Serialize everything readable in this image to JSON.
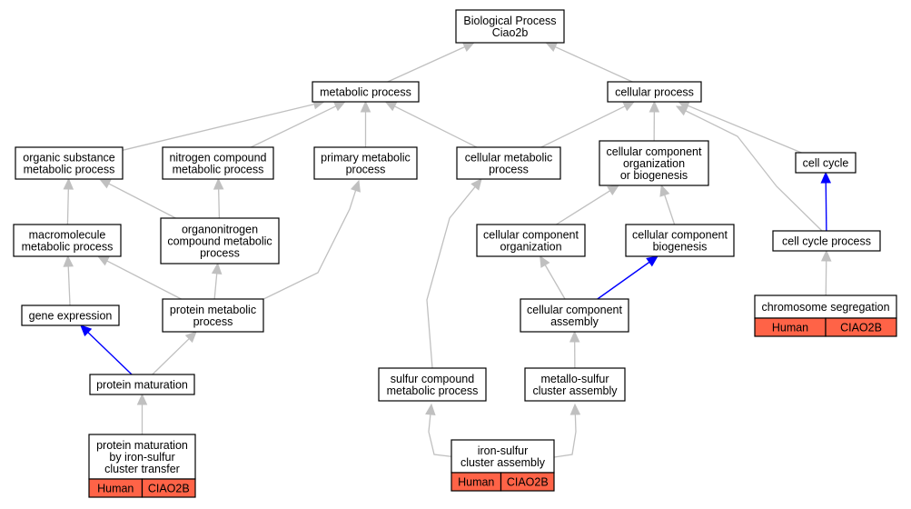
{
  "graph": {
    "nodes": {
      "bp": {
        "lines": [
          "Biological Process",
          "Ciao2b"
        ]
      },
      "metab": {
        "lines": [
          "metabolic process"
        ]
      },
      "cellproc": {
        "lines": [
          "cellular process"
        ]
      },
      "orgsub": {
        "lines": [
          "organic substance",
          "metabolic process"
        ]
      },
      "nitro": {
        "lines": [
          "nitrogen compound",
          "metabolic process"
        ]
      },
      "primary": {
        "lines": [
          "primary metabolic",
          "process"
        ]
      },
      "cellmet": {
        "lines": [
          "cellular metabolic",
          "process"
        ]
      },
      "ccob": {
        "lines": [
          "cellular component",
          "organization",
          "or biogenesis"
        ]
      },
      "cellcycle": {
        "lines": [
          "cell cycle"
        ]
      },
      "macro": {
        "lines": [
          "macromolecule",
          "metabolic process"
        ]
      },
      "orgnit": {
        "lines": [
          "organonitrogen",
          "compound metabolic",
          "process"
        ]
      },
      "cco": {
        "lines": [
          "cellular component",
          "organization"
        ]
      },
      "ccb": {
        "lines": [
          "cellular component",
          "biogenesis"
        ]
      },
      "ccp": {
        "lines": [
          "cell cycle process"
        ]
      },
      "geneexp": {
        "lines": [
          "gene expression"
        ]
      },
      "protmet": {
        "lines": [
          "protein metabolic",
          "process"
        ]
      },
      "cca": {
        "lines": [
          "cellular component",
          "assembly"
        ]
      },
      "chromseg": {
        "lines": [
          "chromosome segregation"
        ],
        "badge": [
          "Human",
          "CIAO2B"
        ]
      },
      "protmat": {
        "lines": [
          "protein maturation"
        ]
      },
      "sulfur": {
        "lines": [
          "sulfur compound",
          "metabolic process"
        ]
      },
      "metsulf": {
        "lines": [
          "metallo-sulfur",
          "cluster assembly"
        ]
      },
      "pmis": {
        "lines": [
          "protein maturation",
          "by iron-sulfur",
          "cluster transfer"
        ],
        "badge": [
          "Human",
          "CIAO2B"
        ]
      },
      "isca": {
        "lines": [
          "iron-sulfur",
          "cluster assembly"
        ],
        "badge": [
          "Human",
          "CIAO2B"
        ]
      }
    },
    "edges": [
      {
        "from": "metab",
        "to": "bp",
        "type": "is_a"
      },
      {
        "from": "cellproc",
        "to": "bp",
        "type": "is_a"
      },
      {
        "from": "orgsub",
        "to": "metab",
        "type": "is_a"
      },
      {
        "from": "nitro",
        "to": "metab",
        "type": "is_a"
      },
      {
        "from": "primary",
        "to": "metab",
        "type": "is_a"
      },
      {
        "from": "cellmet",
        "to": "metab",
        "type": "is_a"
      },
      {
        "from": "cellmet",
        "to": "cellproc",
        "type": "is_a"
      },
      {
        "from": "ccob",
        "to": "cellproc",
        "type": "is_a"
      },
      {
        "from": "cellcycle",
        "to": "cellproc",
        "type": "is_a"
      },
      {
        "from": "ccp",
        "to": "cellproc",
        "type": "is_a"
      },
      {
        "from": "macro",
        "to": "orgsub",
        "type": "is_a"
      },
      {
        "from": "orgnit",
        "to": "orgsub",
        "type": "is_a"
      },
      {
        "from": "orgnit",
        "to": "nitro",
        "type": "is_a"
      },
      {
        "from": "protmet",
        "to": "primary",
        "type": "is_a"
      },
      {
        "from": "sulfur",
        "to": "cellmet",
        "type": "is_a"
      },
      {
        "from": "cco",
        "to": "ccob",
        "type": "is_a"
      },
      {
        "from": "ccb",
        "to": "ccob",
        "type": "is_a"
      },
      {
        "from": "ccp",
        "to": "cellcycle",
        "type": "part_of"
      },
      {
        "from": "geneexp",
        "to": "macro",
        "type": "is_a"
      },
      {
        "from": "protmet",
        "to": "macro",
        "type": "is_a"
      },
      {
        "from": "protmet",
        "to": "orgnit",
        "type": "is_a"
      },
      {
        "from": "cca",
        "to": "cco",
        "type": "is_a"
      },
      {
        "from": "cca",
        "to": "ccb",
        "type": "part_of"
      },
      {
        "from": "chromseg",
        "to": "ccp",
        "type": "is_a"
      },
      {
        "from": "protmat",
        "to": "geneexp",
        "type": "part_of"
      },
      {
        "from": "protmat",
        "to": "protmet",
        "type": "is_a"
      },
      {
        "from": "metsulf",
        "to": "cca",
        "type": "is_a"
      },
      {
        "from": "pmis",
        "to": "protmat",
        "type": "is_a"
      },
      {
        "from": "isca",
        "to": "sulfur",
        "type": "is_a"
      },
      {
        "from": "isca",
        "to": "metsulf",
        "type": "is_a"
      }
    ]
  }
}
